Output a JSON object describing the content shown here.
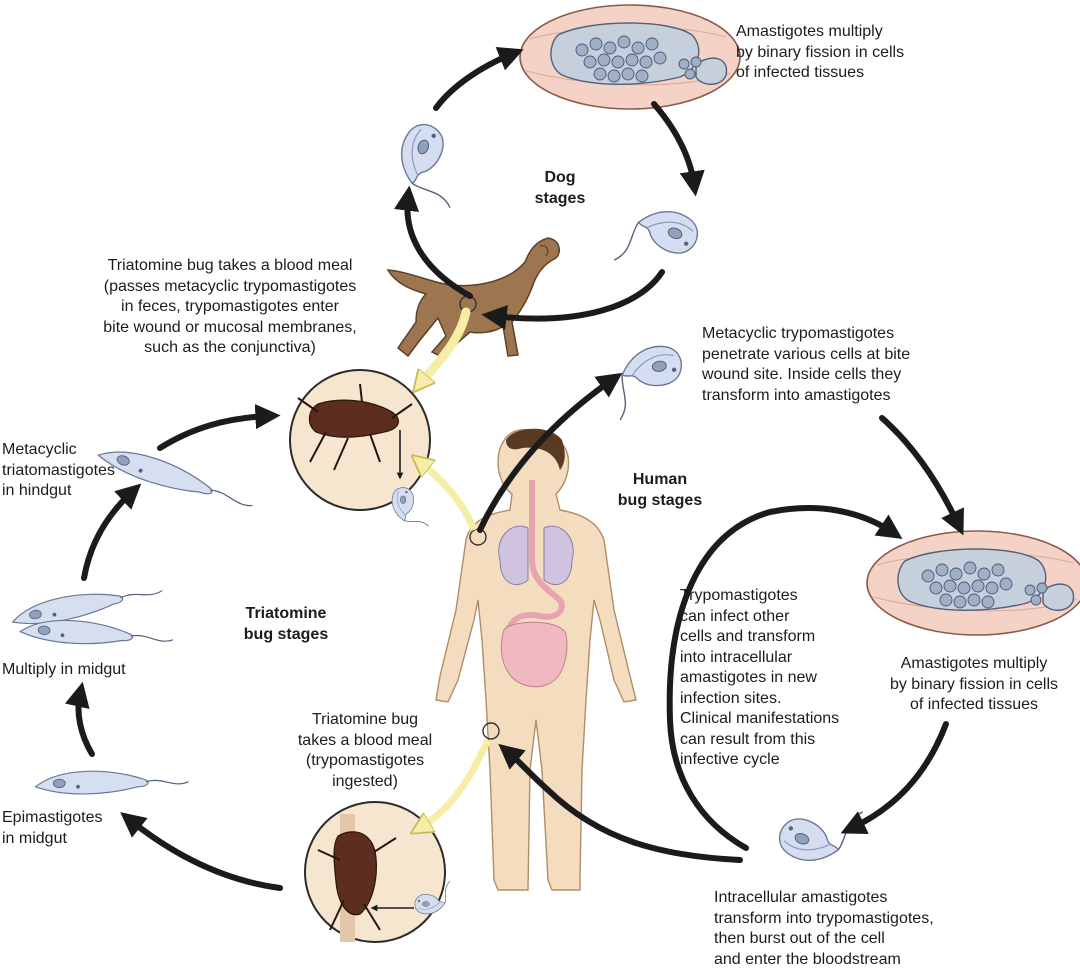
{
  "labels": {
    "dog_amastigotes": "Amastigotes multiply\nby binary fission in cells\nof infected tissues",
    "dog_stages": "Dog\nstages",
    "bug_blood_meal_dog": "Triatomine bug takes a blood meal\n(passes metacyclic trypomastigotes\nin feces, trypomastigotes enter\nbite wound or mucosal membranes,\nsuch as the conjunctiva)",
    "metacyclic_penetrate": "Metacyclic trypomastigotes\npenetrate various cells at bite\nwound site. Inside cells they\ntransform into amastigotes",
    "metacyclic_hindgut": "Metacyclic\ntriatomastigotes\nin hindgut",
    "human_bug_stages": "Human\nbug stages",
    "triatomine_bug_stages": "Triatomine\nbug stages",
    "multiply_midgut": "Multiply in midgut",
    "trypo_infect": "Trypomastigotes\ncan infect other\ncells and transform\ninto intracellular\namastigotes in new\ninfection sites.\nClinical manifestations\ncan result from this\ninfective cycle",
    "human_amastigotes": "Amastigotes multiply\nby binary fission in cells\nof infected tissues",
    "bug_blood_meal_human": "Triatomine bug\ntakes a blood meal\n(trypomastigotes\ningested)",
    "epimastigotes": "Epimastigotes\nin midgut",
    "intracellular": "Intracellular amastigotes\ntransform into trypomastigotes,\nthen burst out of the cell\nand enter the bloodstream"
  },
  "colors": {
    "arrow": "#1b1b1b",
    "bite_arrow": "#f1e7a0",
    "tissue": "#f3cfc2",
    "cell": "#b9c6d4",
    "parasite": "#cfd9ea",
    "skin": "#f4dcbf",
    "dog": "#9c7650",
    "bug": "#5d2e1f"
  }
}
